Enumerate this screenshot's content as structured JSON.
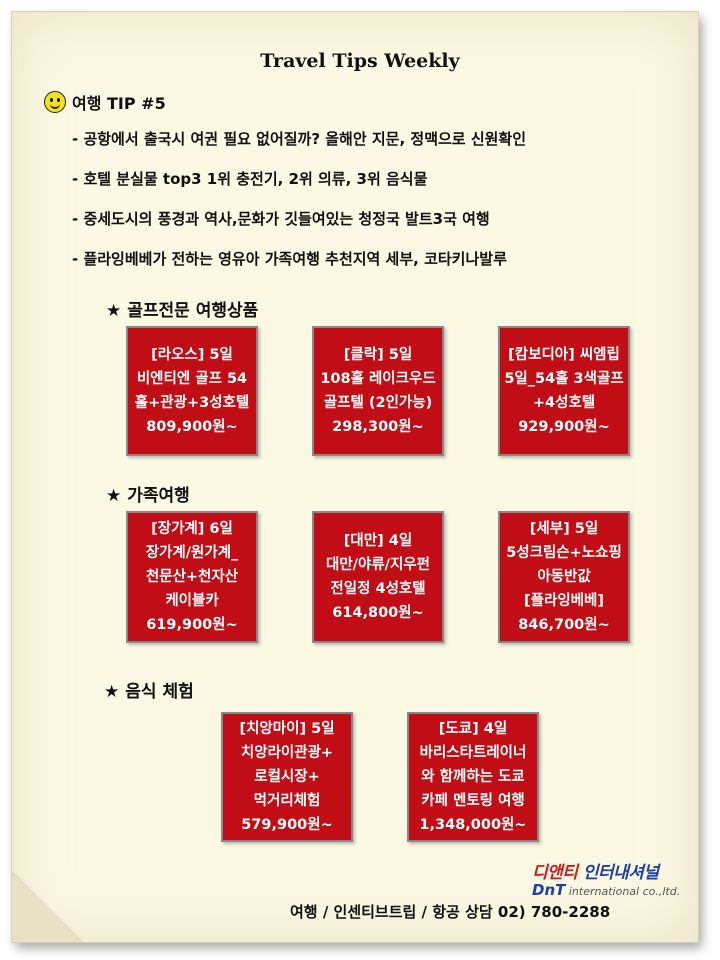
{
  "title": "Travel Tips Weekly",
  "tip_header": "여행 TIP #5",
  "tips": [
    "- 공항에서 출국시 여권 필요 없어질까?  올해안 지문, 정맥으로 신원확인",
    "- 호텔 분실물 top3  1위 충전기,  2위 의류,  3위 음식물",
    "- 중세도시의 풍경과 역사,문화가 깃들여있는 청정국  발트3국 여행",
    "- 플라잉베베가 전하는 영유아 가족여행 추천지역  세부, 코타키나발루"
  ],
  "sections": [
    {
      "title": "골프전문 여행상품",
      "items": [
        {
          "lines": [
            "[라오스] 5일",
            "비엔티엔 골프 54",
            "홀+관광+3성호텔"
          ],
          "price": "809,900원~"
        },
        {
          "lines": [
            "[클락] 5일",
            "108홀 레이크우드",
            "골프텔 (2인가능)"
          ],
          "price": "298,300원~"
        },
        {
          "lines": [
            "[캄보디아] 씨엠립",
            "5일_54홀 3색골프",
            "+4성호텔"
          ],
          "price": "929,900원~"
        }
      ]
    },
    {
      "title": "가족여행",
      "items": [
        {
          "lines": [
            "[장가계] 6일",
            "장가계/원가계_",
            "천문산+천자산",
            "케이블카"
          ],
          "price": "619,900원~"
        },
        {
          "lines": [
            "[대만] 4일",
            "대만/야류/지우펀",
            "전일정 4성호텔"
          ],
          "price": "614,800원~"
        },
        {
          "lines": [
            "[세부] 5일",
            "5성크림슨+노쇼핑",
            "아동반값",
            "[플라잉베베]"
          ],
          "price": "846,700원~"
        }
      ]
    },
    {
      "title": "음식 체험",
      "items": [
        {
          "lines": [
            "[치앙마이] 5일",
            "치앙라이관광+",
            "로컬시장+",
            "먹거리체험"
          ],
          "price": "579,900원~"
        },
        {
          "lines": [
            "[도쿄] 4일",
            "바리스타트레이너",
            "와 함께하는 도쿄",
            "카페 멘토링 여행"
          ],
          "price": "1,348,000원~"
        }
      ]
    }
  ],
  "star_icon": "★",
  "logo": {
    "korean_prefix": "디앤티",
    "korean_suffix": " 인터내셔널",
    "mark": "DnT",
    "english": " international co.,ltd."
  },
  "footer": "여행 / 인센티브트립 / 항공 상담   02) 780-2288",
  "colors": {
    "box_red": "#c00d16",
    "paper": "#fbf8e4",
    "logo_blue": "#1f3fa8"
  }
}
